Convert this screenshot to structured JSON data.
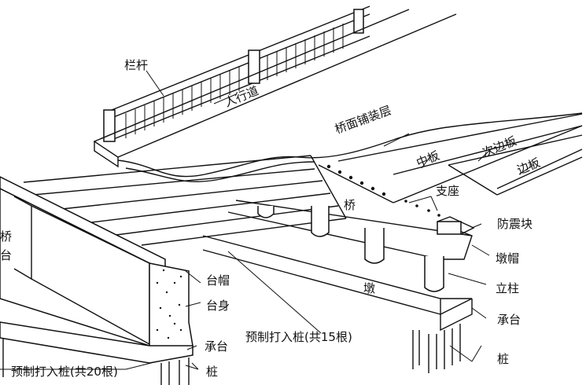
{
  "labels": {
    "railing": "栏杆",
    "sidewalk": "人行道",
    "deck_pavement": "桥面铺装层",
    "middle_slab": "中板",
    "secondary_edge_slab": "次边板",
    "edge_slab": "边板",
    "bearing": "支座",
    "seismic_block": "防震块",
    "bridge": "桥",
    "pier_cap": "墩帽",
    "pier_column": "立柱",
    "pier": "墩",
    "pile_cap_right": "承台",
    "piles_right": "桩",
    "precast_piles_15": "预制打入桩(共15根)",
    "abutment_bridge_a": "桥",
    "abutment_bridge_b": "台",
    "abutment_cap": "台帽",
    "abutment_body": "台身",
    "pile_cap_left": "承台",
    "piles_left": "桩",
    "precast_piles_20": "预制打入桩(共20根)"
  }
}
